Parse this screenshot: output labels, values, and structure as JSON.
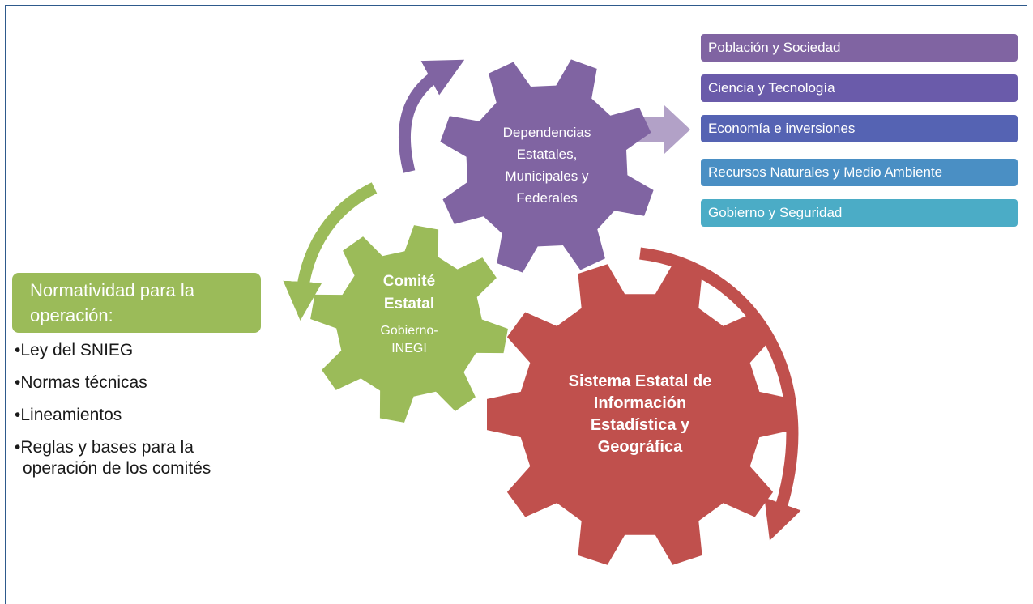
{
  "gears": {
    "dependencias": {
      "label_lines": [
        "Dependencias",
        "Estatales,",
        "Municipales y",
        "Federales"
      ],
      "color": "#8064a2"
    },
    "comite": {
      "title_lines": [
        "Comité",
        "Estatal"
      ],
      "sub_lines": [
        "Gobierno-",
        "INEGI"
      ],
      "color": "#9bbb59"
    },
    "sistema": {
      "label_lines": [
        "Sistema Estatal de",
        "Información",
        "Estadística y",
        "Geográfica"
      ],
      "color": "#c0504d"
    }
  },
  "normatividad": {
    "header_lines": [
      "Normatividad para la",
      "operación:"
    ],
    "items": [
      "•Ley del SNIEG",
      "•Normas técnicas",
      "•Lineamientos",
      "•Reglas y bases para la operación de los comités"
    ]
  },
  "categories": [
    {
      "label": "Población y Sociedad",
      "color": "#8064a2"
    },
    {
      "label": "Ciencia y Tecnología",
      "color": "#6a5baa"
    },
    {
      "label": "Economía e inversiones",
      "color": "#5563b3"
    },
    {
      "label": "Recursos Naturales y Medio Ambiente",
      "color": "#4a8fc4"
    },
    {
      "label": "Gobierno y Seguridad",
      "color": "#4bacc6"
    }
  ],
  "colors": {
    "arrow_light_purple": "#b2a1c7",
    "border": "#2e5a8c"
  }
}
